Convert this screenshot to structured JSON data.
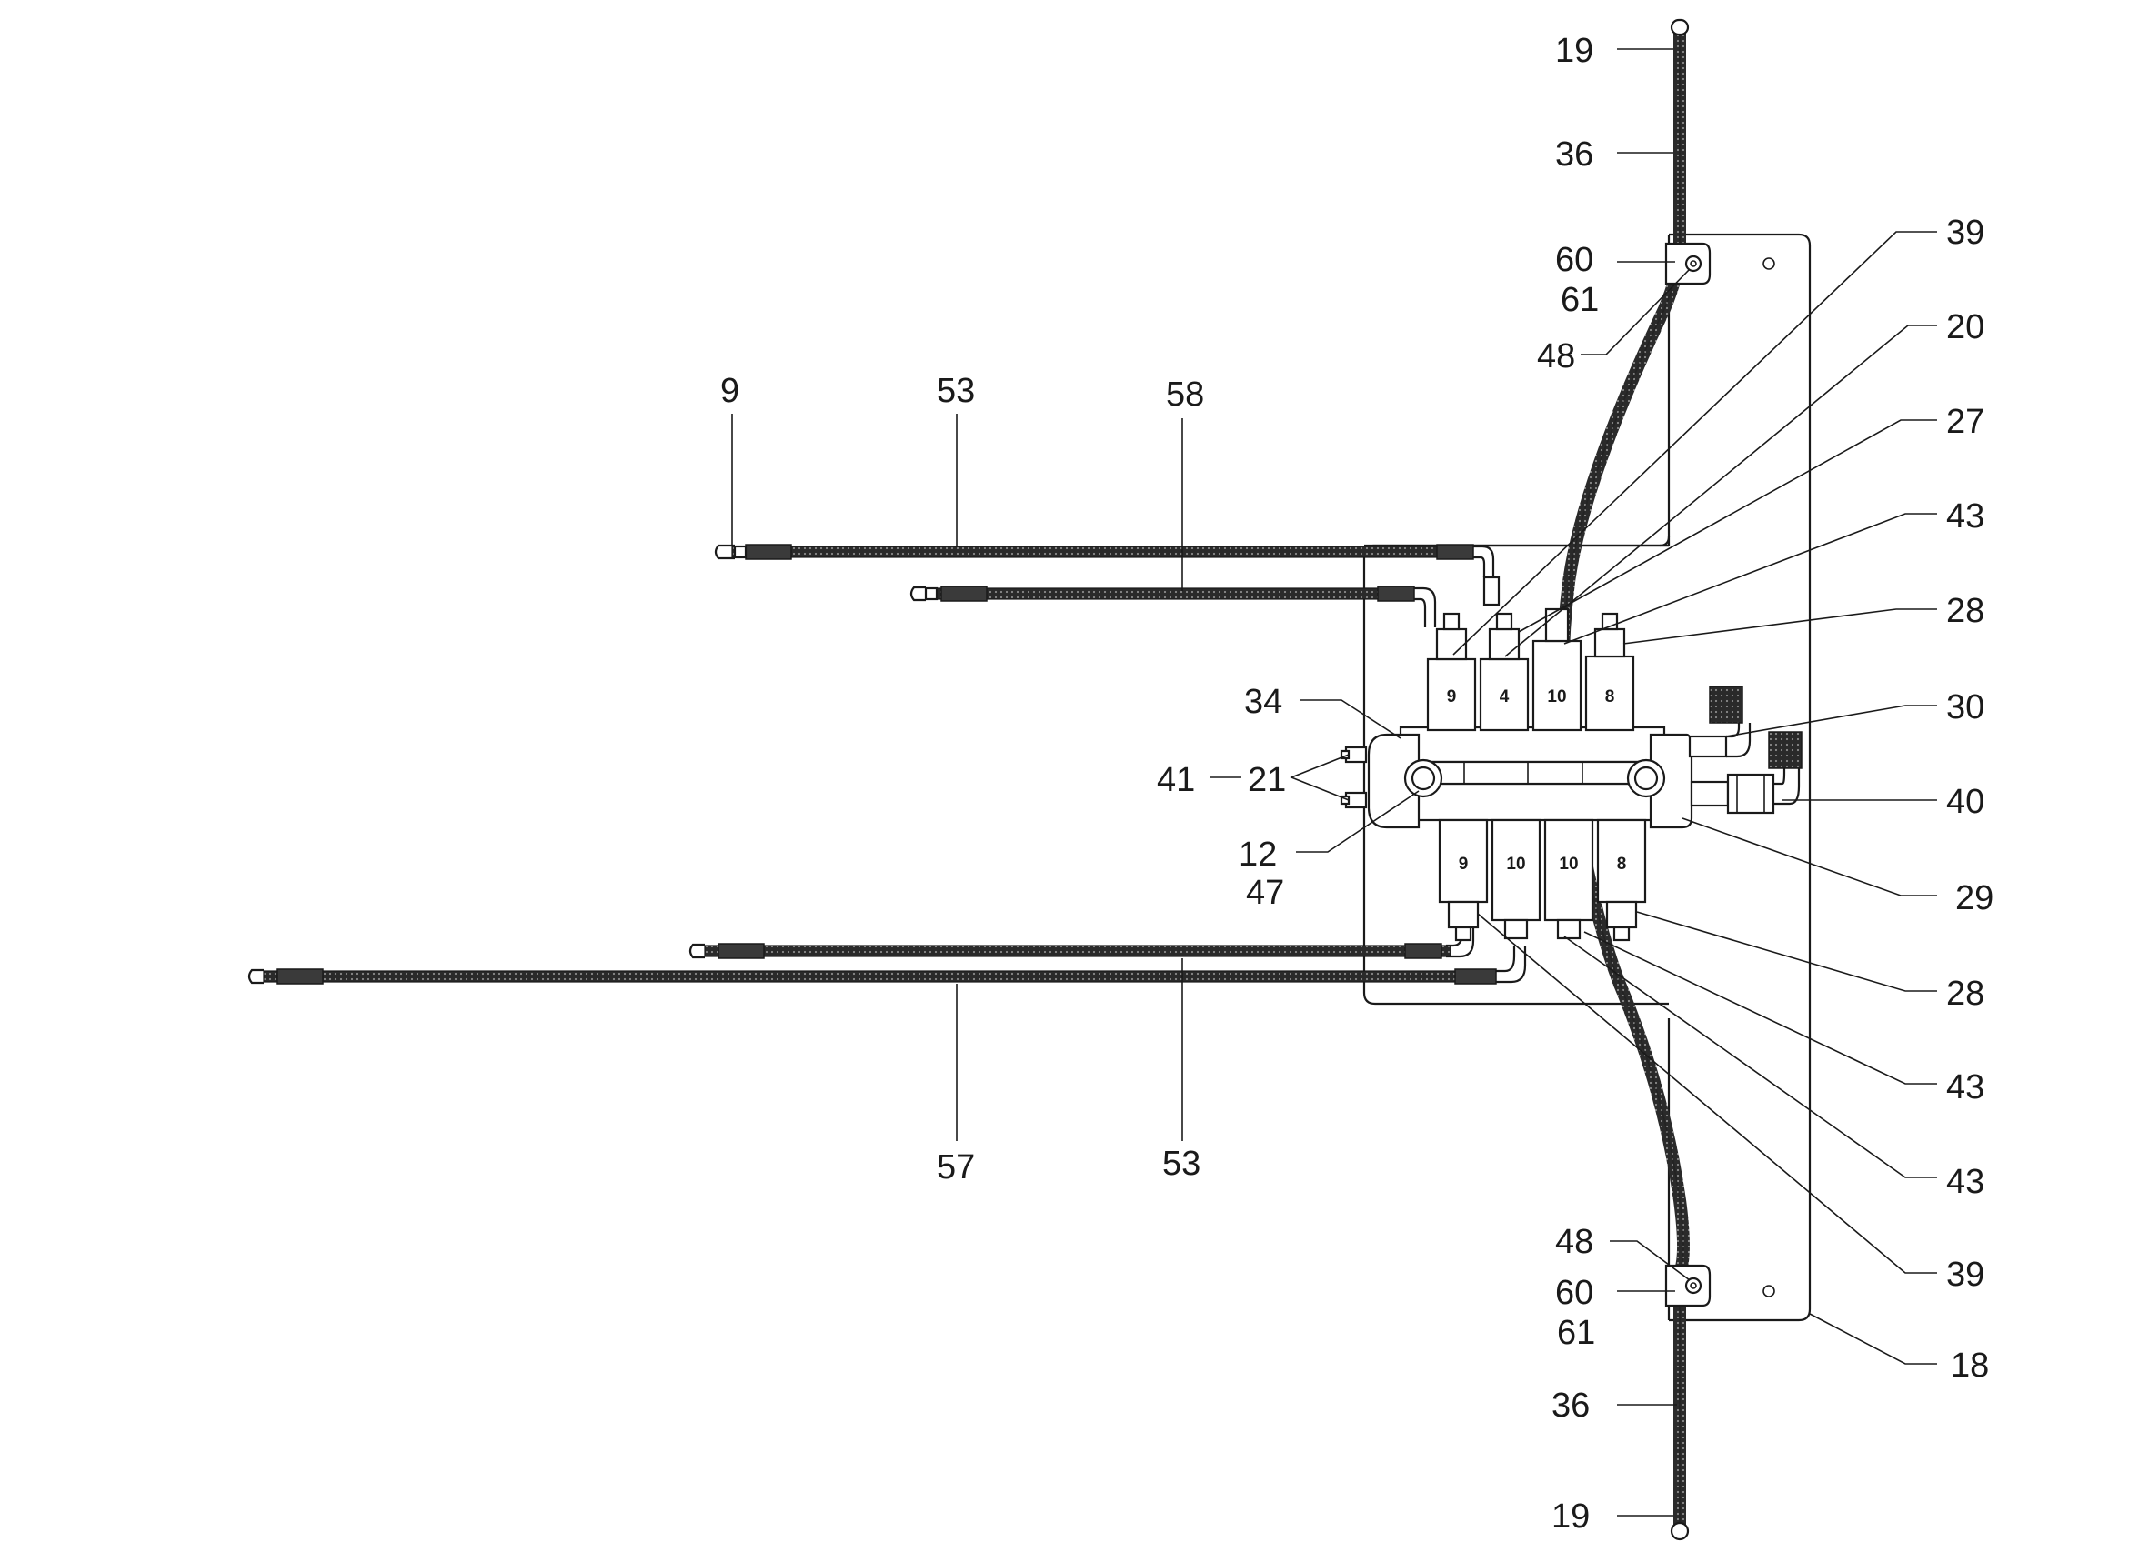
{
  "callouts": [
    {
      "id": "c19-top",
      "text": "19"
    },
    {
      "id": "c36-top",
      "text": "36"
    },
    {
      "id": "c60-top",
      "text": "60"
    },
    {
      "id": "c61-top",
      "text": "61"
    },
    {
      "id": "c48-top",
      "text": "48"
    },
    {
      "id": "c9",
      "text": "9"
    },
    {
      "id": "c53-top",
      "text": "53"
    },
    {
      "id": "c58",
      "text": "58"
    },
    {
      "id": "c39-top",
      "text": "39"
    },
    {
      "id": "c20",
      "text": "20"
    },
    {
      "id": "c27",
      "text": "27"
    },
    {
      "id": "c43-top",
      "text": "43"
    },
    {
      "id": "c28-top",
      "text": "28"
    },
    {
      "id": "c34",
      "text": "34"
    },
    {
      "id": "c30",
      "text": "30"
    },
    {
      "id": "c41",
      "text": "41"
    },
    {
      "id": "c21",
      "text": "21"
    },
    {
      "id": "c40",
      "text": "40"
    },
    {
      "id": "c12",
      "text": "12"
    },
    {
      "id": "c47",
      "text": "47"
    },
    {
      "id": "c29",
      "text": "29"
    },
    {
      "id": "c28-bottom",
      "text": "28"
    },
    {
      "id": "c43-mid",
      "text": "43"
    },
    {
      "id": "c43-bottom",
      "text": "43"
    },
    {
      "id": "c39-bottom",
      "text": "39"
    },
    {
      "id": "c57",
      "text": "57"
    },
    {
      "id": "c53-bottom",
      "text": "53"
    },
    {
      "id": "c48-bottom",
      "text": "48"
    },
    {
      "id": "c60-bottom",
      "text": "60"
    },
    {
      "id": "c61-bottom",
      "text": "61"
    },
    {
      "id": "c18",
      "text": "18"
    },
    {
      "id": "c36-bottom",
      "text": "36"
    },
    {
      "id": "c19-bottom",
      "text": "19"
    }
  ],
  "valves_upper": [
    "9",
    "4",
    "10",
    "8"
  ],
  "valves_lower": [
    "9",
    "10",
    "10",
    "8"
  ]
}
